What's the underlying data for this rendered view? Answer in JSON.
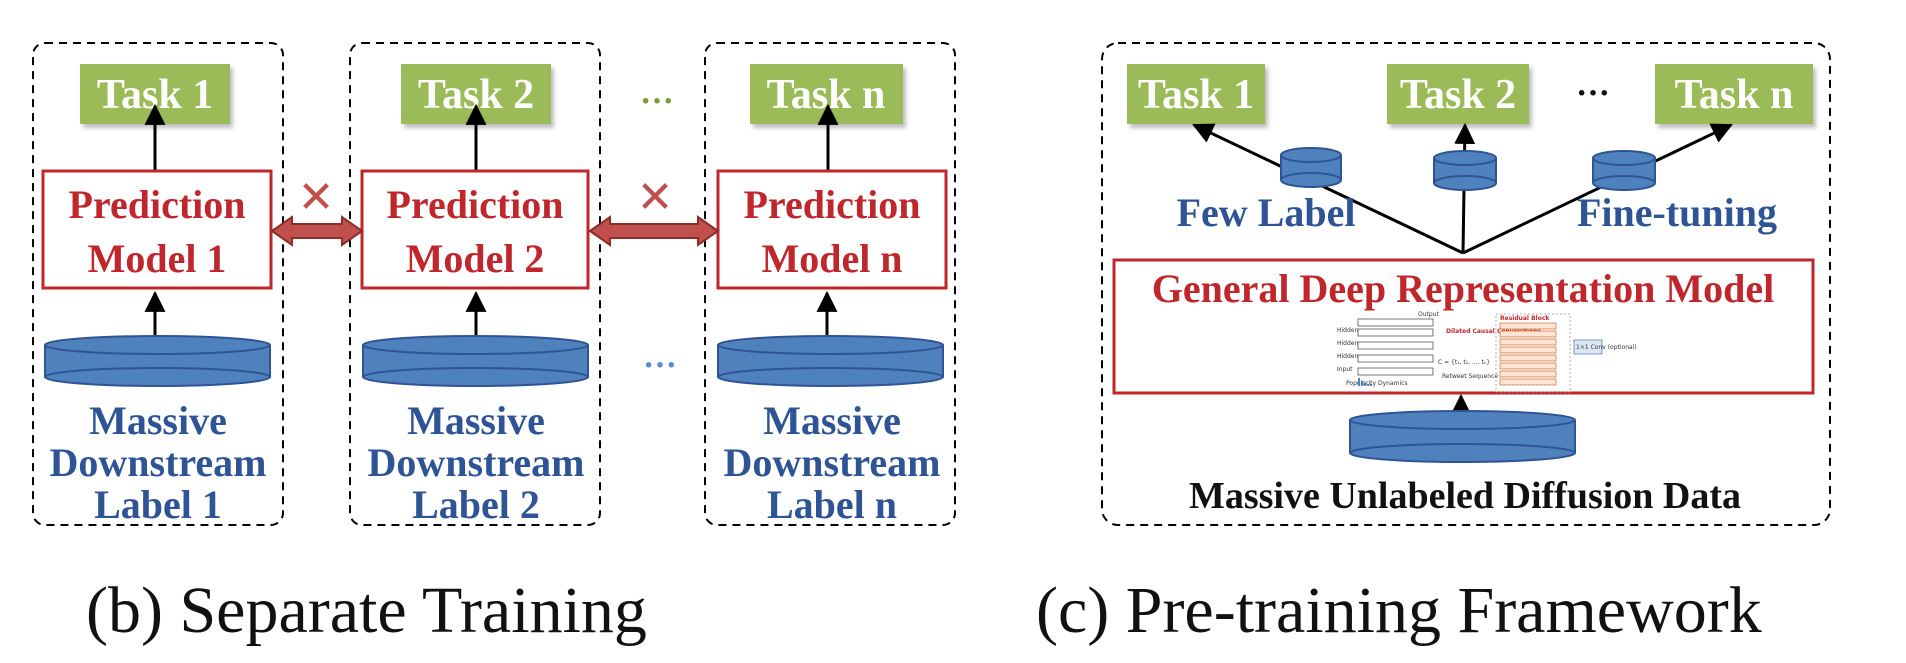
{
  "panel_b": {
    "columns": [
      {
        "task": "Task 1",
        "model_line1": "Prediction",
        "model_line2": "Model 1",
        "data_line1": "Massive",
        "data_line2": "Downstream",
        "data_line3": "Label 1"
      },
      {
        "task": "Task 2",
        "model_line1": "Prediction",
        "model_line2": "Model 2",
        "data_line1": "Massive",
        "data_line2": "Downstream",
        "data_line3": "Label 2"
      },
      {
        "task": "Task n",
        "model_line1": "Prediction",
        "model_line2": "Model n",
        "data_line1": "Massive",
        "data_line2": "Downstream",
        "data_line3": "Label n"
      }
    ],
    "task_ellipsis": "···",
    "data_ellipsis": "···",
    "blocked_mark": "✕",
    "caption": "(b) Separate Training"
  },
  "panel_c": {
    "tasks": [
      "Task 1",
      "Task 2",
      "Task n"
    ],
    "task_ellipsis": "···",
    "few_label": "Few Label",
    "fine_tuning": "Fine-tuning",
    "model_title": "General Deep Representation Model",
    "data_label": "Massive Unlabeled Diffusion Data",
    "caption": "(c) Pre-training Framework",
    "inset": {
      "output": "Output",
      "hidden_rows": [
        "Hidden",
        "Hidden",
        "Hidden"
      ],
      "input": "Input",
      "dilated_label": "Dilated Causal Convolutions",
      "popularity_label": "Popularity Dynamics",
      "sequence_label": "Retweet Sequence",
      "formula": "C = {t₁, t₂, ..., tₙ}",
      "block_title": "Residual Block",
      "block_rows": [
        "Dropout",
        "ReLU",
        "WeightNorm",
        "Dilated Causal Conv",
        "Dropout",
        "ReLU",
        "WeightNorm",
        "Dilated Causal Conv"
      ],
      "side_label": "1×1 Conv (optional)"
    }
  },
  "colors": {
    "task_fill": "#9bbb59",
    "model_border": "#c0272d",
    "cylinder_fill": "#4f81bd",
    "cylinder_edge": "#2f5496",
    "blue_text": "#2f5496",
    "arrow_fill": "#c0504d",
    "arrow_edge": "#8c2d2a"
  },
  "icons": [
    "database-cylinder-icon",
    "double-arrow-icon",
    "cross-icon"
  ]
}
